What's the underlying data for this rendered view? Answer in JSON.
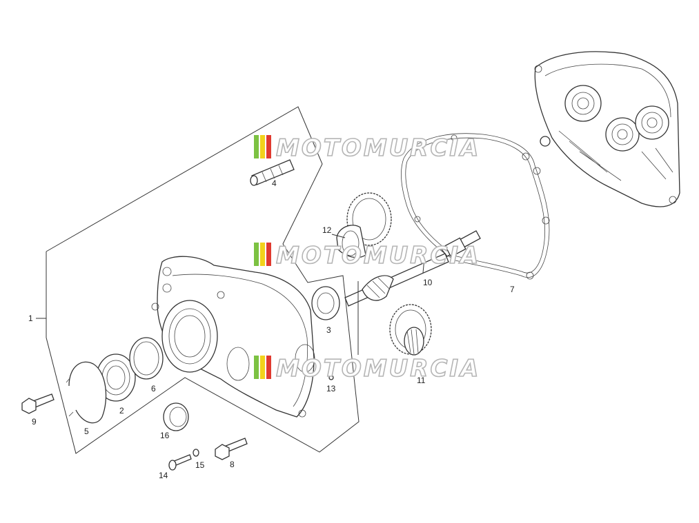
{
  "labels": {
    "l1": "1",
    "l2": "2",
    "l3": "3",
    "l4": "4",
    "l5": "5",
    "l6": "6",
    "l7": "7",
    "l8": "8",
    "l9": "9",
    "l10": "10",
    "l11": "11",
    "l12": "12",
    "l13": "13",
    "l14": "14",
    "l15": "15",
    "l16": "16"
  },
  "watermark": "MOTOMURCIA",
  "colors": {
    "stripe_green": "#7cc242",
    "stripe_yellow": "#f2d21b",
    "stripe_red": "#e03a2f",
    "line": "#333333"
  }
}
